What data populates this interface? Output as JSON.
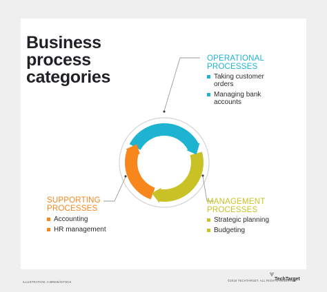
{
  "title": {
    "line1": "Business",
    "line2": "process",
    "line3": "categories"
  },
  "operational": {
    "heading_line1": "OPERATIONAL",
    "heading_line2": "PROCESSES",
    "color": "#1fb3d2",
    "items": [
      {
        "label": "Taking customer orders"
      },
      {
        "label": "Managing bank accounts"
      }
    ]
  },
  "supporting": {
    "heading_line1": "SUPPORTING",
    "heading_line2": "PROCESSES",
    "color": "#f7861c",
    "items": [
      {
        "label": "Accounting"
      },
      {
        "label": "HR management"
      }
    ]
  },
  "management": {
    "heading_line1": "MANAGEMENT",
    "heading_line2": "PROCESSES",
    "color": "#c9c227",
    "items": [
      {
        "label": "Strategic planning"
      },
      {
        "label": "Budgeting"
      }
    ]
  },
  "footer": {
    "left": "ILLUSTRATION: A-BREW/ISTOCK",
    "right": "©2018 TECHTARGET. ALL RIGHTS RESERVED.",
    "logo": "TechTarget"
  }
}
